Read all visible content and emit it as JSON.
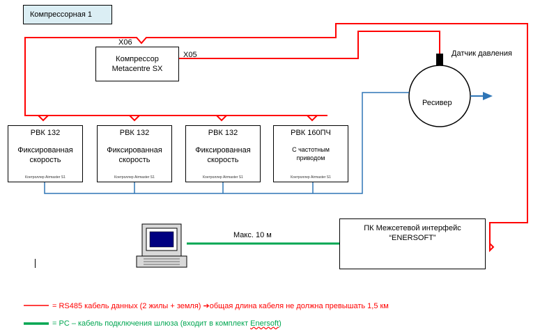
{
  "title": "Компрессорная 1",
  "compressor": {
    "line1": "Компрессор",
    "line2": "Metacentre SX",
    "port_top": "X06",
    "port_right": "X05"
  },
  "sensor": {
    "label": "Датчик давления"
  },
  "receiver": {
    "label": "Ресивер"
  },
  "units": [
    {
      "name": "РВК 132",
      "mode_line1": "Фиксированная",
      "mode_line2": "скорость",
      "controller": "Контроллер Airmaster S1"
    },
    {
      "name": "РВК 132",
      "mode_line1": "Фиксированная",
      "mode_line2": "скорость",
      "controller": "Контроллер Airmaster S1"
    },
    {
      "name": "РВК 132",
      "mode_line1": "Фиксированная",
      "mode_line2": "скорость",
      "controller": "Контроллер Airmaster S1"
    },
    {
      "name": "РВК 160ПЧ",
      "mode_line1": "С частотным",
      "mode_line2": "приводом",
      "controller": "Контроллер Airmaster S1"
    }
  ],
  "gateway": {
    "line1": "ПК Межсетевой интерфейс",
    "line2": "“ENERSOFT”"
  },
  "cable_length": "Макс. 10 м",
  "legend": {
    "red_text_a": "= RS485 кабель данных (2 жилы + земля) ",
    "red_arrow": "➔",
    "red_text_b": "общая длина кабеля не должна превышать 1,5 км",
    "green_text_a": "= PC – кабель подключения шлюза (входит в комплект ",
    "green_text_b": "Enersoft",
    "green_text_c": ")"
  },
  "colors": {
    "rs485": "#ff0000",
    "pc_cable": "#00a651",
    "pressure_line": "#2e75b6",
    "sensor": "#000000"
  }
}
